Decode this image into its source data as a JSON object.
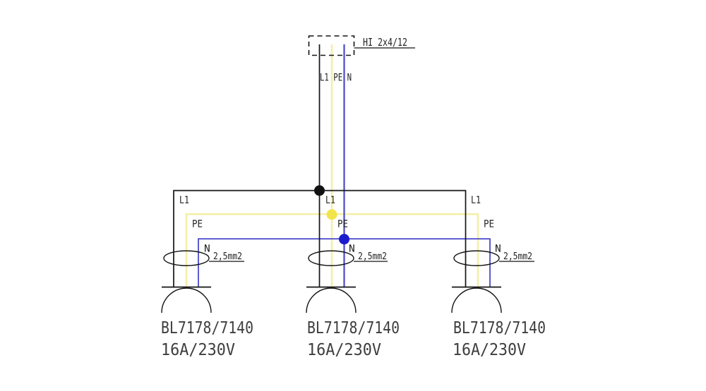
{
  "colors": {
    "l1_wire": "#141414",
    "pe_wire": "#f3efa6",
    "n_wire": "#4a4ac9",
    "l1_node": "#111111",
    "pe_node": "#f1e54b",
    "n_node": "#1c1ccd"
  },
  "supply": {
    "cable_label": "HI 2x4/12",
    "conductors_label": "L1 PE N"
  },
  "branches": [
    {
      "l1_label": "L1",
      "pe_label": "PE",
      "n_label": "N",
      "cross_section": "2,5mm2",
      "device_model": "BL7178/7140",
      "device_rating": "16A/230V"
    },
    {
      "l1_label": "L1",
      "pe_label": "PE",
      "n_label": "N",
      "cross_section": "2,5mm2",
      "device_model": "BL7178/7140",
      "device_rating": "16A/230V"
    },
    {
      "l1_label": "L1",
      "pe_label": "PE",
      "n_label": "N",
      "cross_section": "2,5mm2",
      "device_model": "BL7178/7140",
      "device_rating": "16A/230V"
    }
  ]
}
